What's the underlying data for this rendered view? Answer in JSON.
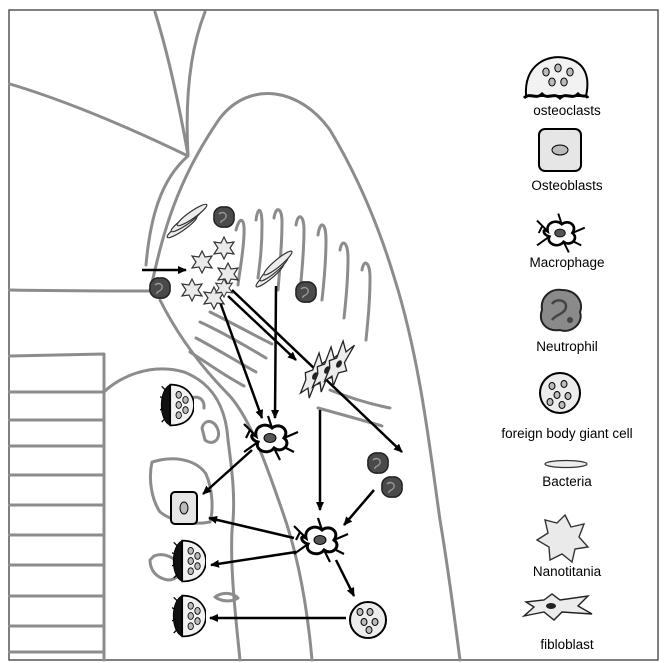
{
  "legend": {
    "items": [
      {
        "key": "osteoclast",
        "label": "osteoclasts",
        "icon": "osteoclast-icon"
      },
      {
        "key": "osteoblast",
        "label": "Osteoblasts",
        "icon": "osteoblast-icon"
      },
      {
        "key": "macrophage",
        "label": "Macrophage",
        "icon": "macrophage-icon"
      },
      {
        "key": "neutrophil",
        "label": "Neutrophil",
        "icon": "neutrophil-icon"
      },
      {
        "key": "giant_cell",
        "label": "foreign body giant cell",
        "icon": "giant-cell-icon"
      },
      {
        "key": "bacteria",
        "label": "Bacteria",
        "icon": "bacteria-icon"
      },
      {
        "key": "nanotitania",
        "label": "Nanotitania",
        "icon": "nanotitania-icon"
      },
      {
        "key": "fibroblast",
        "label": "fibloblast",
        "icon": "fibroblast-icon"
      }
    ]
  },
  "colors": {
    "tissue_outline": "#8c8c8c",
    "cell_fill": "#d9d9d9",
    "dark_cell_fill": "#555555",
    "arrow": "#000000",
    "frame": "#555555"
  }
}
